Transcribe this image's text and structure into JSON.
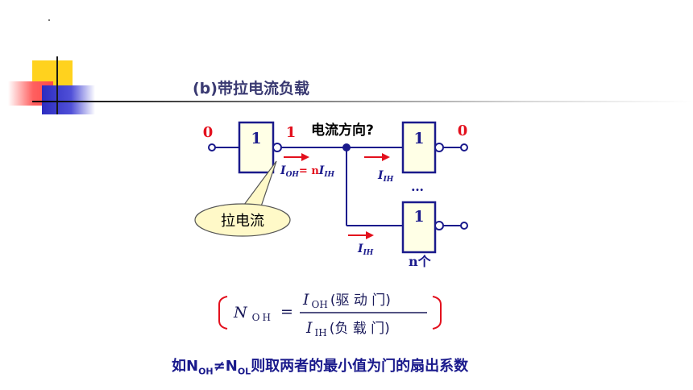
{
  "heading": "(b)带拉电流负载",
  "diagram": {
    "gate_symbol": "1",
    "input_left": "0",
    "output_driver": "1",
    "output_right": "0",
    "direction_label": "电流方向?",
    "ioh_eq_prefix": "I",
    "ioh_eq_sub": "OH",
    "ioh_eq_mid": "= n",
    "ioh_eq_i": "I",
    "ioh_eq_sub2": "IH",
    "iih_i": "I",
    "iih_sub": "IH",
    "ellipsis": "…",
    "n_label": "n个",
    "callout": "拉电流"
  },
  "formula": {
    "lhs_main": "N",
    "lhs_sub": "OH",
    "equals": "=",
    "num_i": "I",
    "num_sub": "OH",
    "num_text": "(驱 动 门)",
    "den_i": "I",
    "den_sub": "IH",
    "den_text": "(负 载 门)"
  },
  "footnote": {
    "prefix": "如N",
    "sub1": "OH",
    "neq": "≠",
    "mid": "N",
    "sub2": "OL",
    "suffix": "则取两者的最小值为门的扇出系数"
  },
  "colors": {
    "heading": "#3a3a72",
    "gate_outline": "#1a1a8c",
    "gate_fill": "#ffffe6",
    "accent_red": "#e3101d",
    "callout_fill": "#fff9c8",
    "deco_yellow": "#ffd21e",
    "deco_red": "#ff5050",
    "deco_blue": "#3c3cc8"
  }
}
